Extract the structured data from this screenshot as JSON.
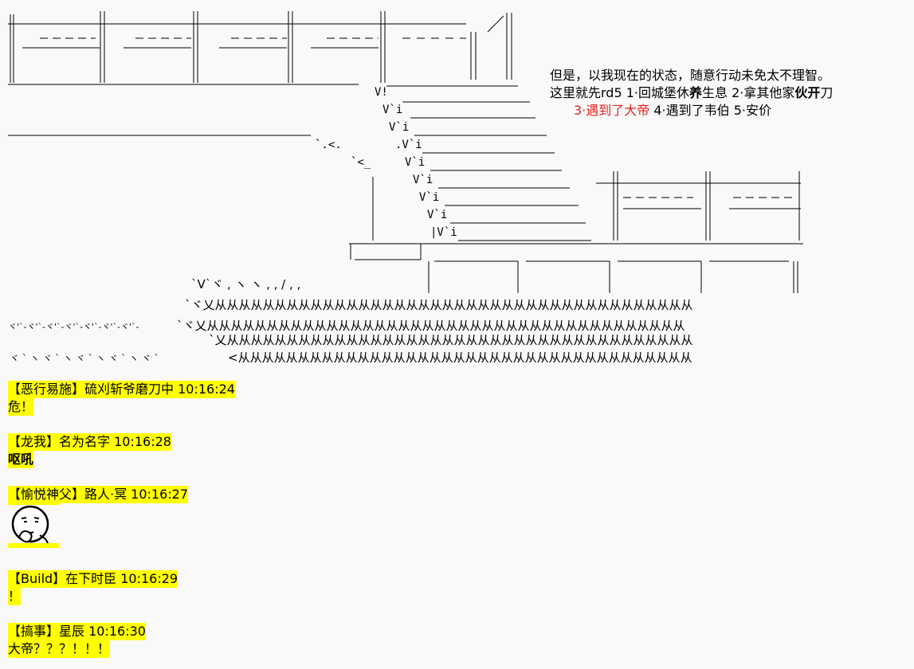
{
  "narration": {
    "line1": "但是，以我现在的状态，随意行动未免太不理智。",
    "line2_pre": "这里就先rd5 1·回城堡休",
    "line2_bold1": "养",
    "line2_mid": "生息 2·拿其他家",
    "line2_bold2": "伙开",
    "line2_post": "刀",
    "line3_red": "3·遇到了大帝",
    "line3_rest": " 4·遇到了韦伯 5·安价"
  },
  "messages": [
    {
      "header": "【恶行易施】硫刈斩爷磨刀中 10:16:24",
      "body": "危！"
    },
    {
      "header": "【龙我】名为名字 10:16:28",
      "body": "呕吼"
    },
    {
      "header": "【愉悦神父】路人·冥 10:16:27",
      "body": "",
      "sticker": "thinking-face-sticker"
    },
    {
      "header": "【Build】在下时臣 10:16:29",
      "body": "！"
    },
    {
      "header": "【搞事】星辰 10:16:30",
      "body": "大帝？？？！！！"
    }
  ],
  "colors": {
    "highlight": "#ffff00",
    "choice_red": "#e8201a",
    "background": "#f9f9f9"
  }
}
